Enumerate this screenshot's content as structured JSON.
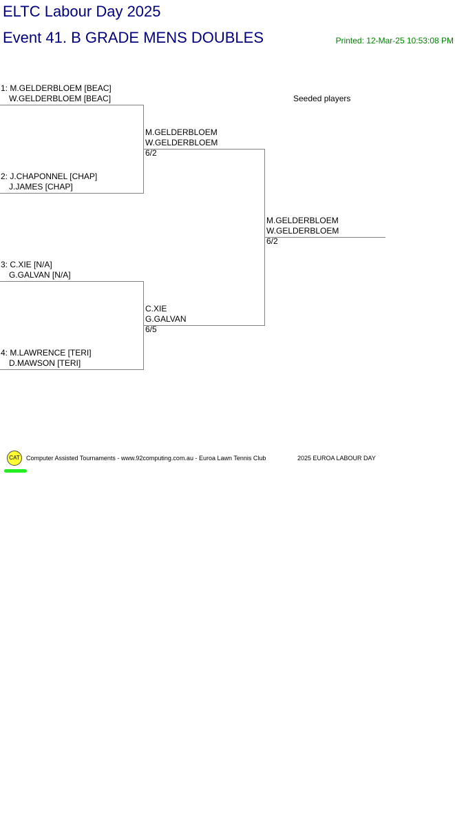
{
  "header": {
    "title": "ELTC Labour Day 2025",
    "event": "Event 41. B GRADE MENS DOUBLES",
    "printed": "Printed: 12-Mar-25 10:53:08 PM"
  },
  "legend": {
    "seeded": "Seeded players"
  },
  "draw": {
    "round1": [
      {
        "line1": "1: M.GELDERBLOEM [BEAC]",
        "line2": "W.GELDERBLOEM [BEAC]"
      },
      {
        "line1": "2: J.CHAPONNEL [CHAP]",
        "line2": "J.JAMES [CHAP]"
      },
      {
        "line1": "3: C.XIE [N/A]",
        "line2": "G.GALVAN [N/A]"
      },
      {
        "line1": "4: M.LAWRENCE [TERI]",
        "line2": "D.MAWSON [TERI]"
      }
    ],
    "round2": [
      {
        "line1": "M.GELDERBLOEM",
        "line2": "W.GELDERBLOEM",
        "score": "6/2"
      },
      {
        "line1": "C.XIE",
        "line2": "G.GALVAN",
        "score": "6/5"
      }
    ],
    "final": {
      "line1": "M.GELDERBLOEM",
      "line2": "W.GELDERBLOEM",
      "score": "6/2"
    }
  },
  "footer": {
    "logo_text": "CAT",
    "credit": "Computer Assisted Tournaments - www.92computing.com.au -  Euroa Lawn Tennis Club",
    "tournament": "2025 EUROA LABOUR DAY"
  }
}
